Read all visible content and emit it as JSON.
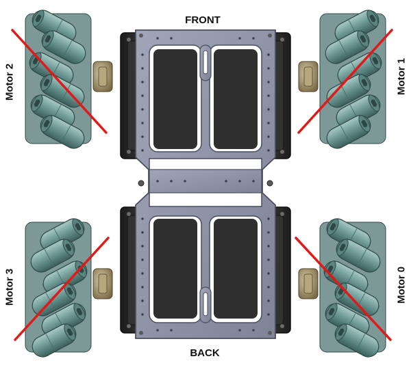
{
  "labels": {
    "front": "FRONT",
    "back": "BACK",
    "motor0": "Motor 0",
    "motor1": "Motor 1",
    "motor2": "Motor 2",
    "motor3": "Motor 3"
  },
  "colors": {
    "roller": "#6f9a96",
    "roller_dark": "#3e615e",
    "roller_light": "#a7c8c4",
    "hub": "#8a8f9a",
    "frame": "#8f93a6",
    "frame_edge": "#4a4d5c",
    "motor": "#2b2b2b",
    "axis_line": "#e01919",
    "text": "#111111"
  },
  "icons": [
    "mecanum-wheel-icon",
    "motor-housing-icon",
    "chassis-plate-icon"
  ]
}
